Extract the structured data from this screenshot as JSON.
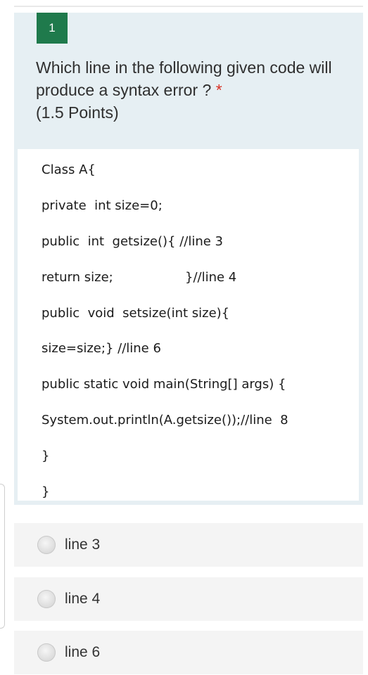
{
  "question": {
    "number": "1",
    "text": "Which line in the following given code will produce a syntax error ?",
    "required_marker": "*",
    "points": "(1.5 Points)"
  },
  "code": {
    "lines": [
      "Class A{",
      "private  int size=0;",
      "public  int  getsize(){ //line 3",
      "return size;",
      "public  void  setsize(int size){",
      "size=size;} //line 6",
      "public static void main(String[] args) {",
      "System.out.println(A.getsize());//line  8",
      "}",
      "}"
    ],
    "line4_comment": "}//line 4"
  },
  "options": [
    {
      "label": "line 3"
    },
    {
      "label": "line 4"
    },
    {
      "label": "line 6"
    }
  ]
}
